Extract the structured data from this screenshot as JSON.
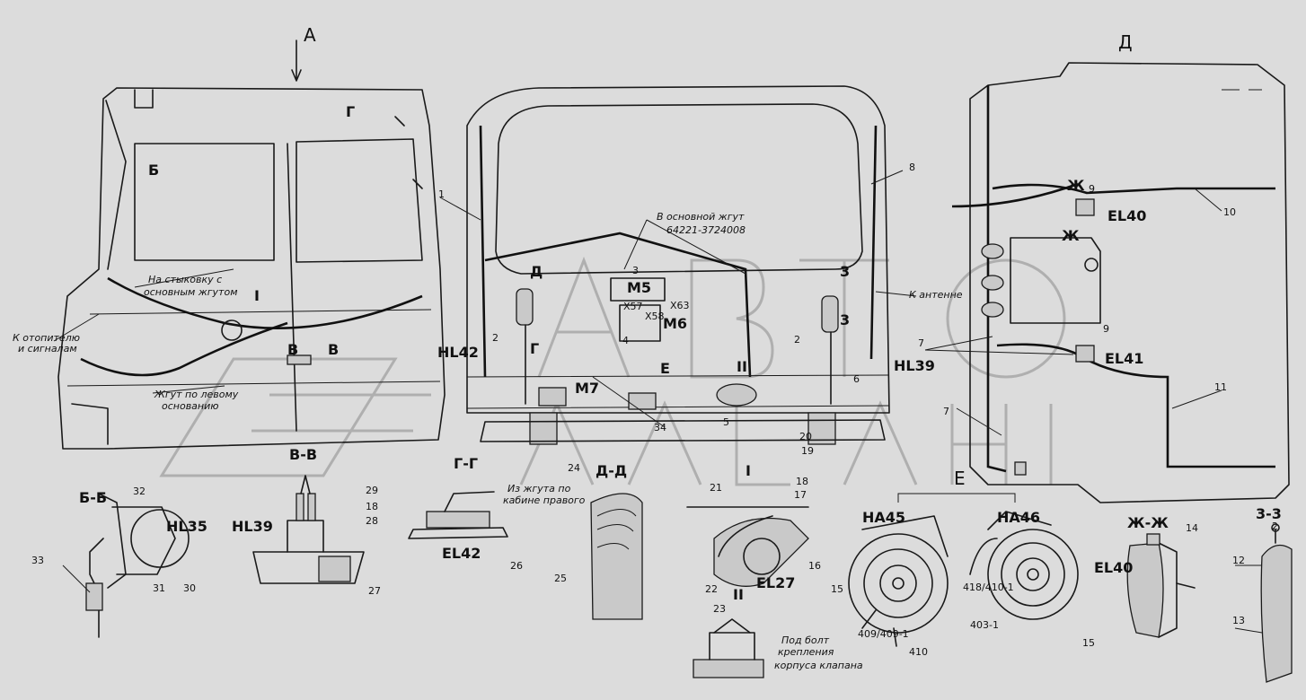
{
  "views": {
    "a": "А",
    "d": "Д",
    "e": "Е",
    "bb": "Б-Б",
    "vv": "В-В",
    "gg": "Г-Г",
    "dd": "Д-Д",
    "zhzh": "Ж-Ж",
    "z3": "3-3"
  },
  "marks": {
    "b": "Б",
    "g": "Г",
    "v": "В",
    "d": "Д",
    "e": "Е",
    "zh": "Ж",
    "z": "3",
    "r1": "I",
    "r2": "II"
  },
  "codes": {
    "hl35": "HL35",
    "hl39": "HL39",
    "hl42": "HL42",
    "el40": "EL40",
    "el41": "EL41",
    "el42": "EL42",
    "el27": "EL27",
    "ha45": "HA45",
    "ha46": "HA46",
    "m5": "M5",
    "m6": "M6",
    "m7": "M7",
    "x58": "X58",
    "x63": "X63",
    "x57": "X57"
  },
  "notes": {
    "main_harness_1": "В основной жгут",
    "main_harness_2": "64221-3724008",
    "docking_1": "На стыковку с",
    "docking_2": "основным жгутом",
    "heater_1": "К отопителю",
    "heater_2": "и сигналам",
    "left_base_1": "Жгут по левому",
    "left_base_2": "основанию",
    "to_antenna": "К антенне",
    "cab_harness_1": "Из жгута по",
    "cab_harness_2": "кабине правого",
    "bolt_1": "Под болт",
    "bolt_2": "крепления",
    "bolt_3": "корпуса клапана"
  },
  "wire_codes": {
    "w409": "409/409-1",
    "w410": "410",
    "w418": "418/410-1",
    "w403": "403-1"
  },
  "numbers": [
    "1",
    "2",
    "3",
    "4",
    "5",
    "6",
    "7",
    "8",
    "9",
    "10",
    "11",
    "12",
    "13",
    "14",
    "15",
    "16",
    "17",
    "18",
    "19",
    "20",
    "21",
    "22",
    "23",
    "24",
    "25",
    "26",
    "27",
    "28",
    "29",
    "30",
    "31",
    "32",
    "33",
    "34"
  ]
}
